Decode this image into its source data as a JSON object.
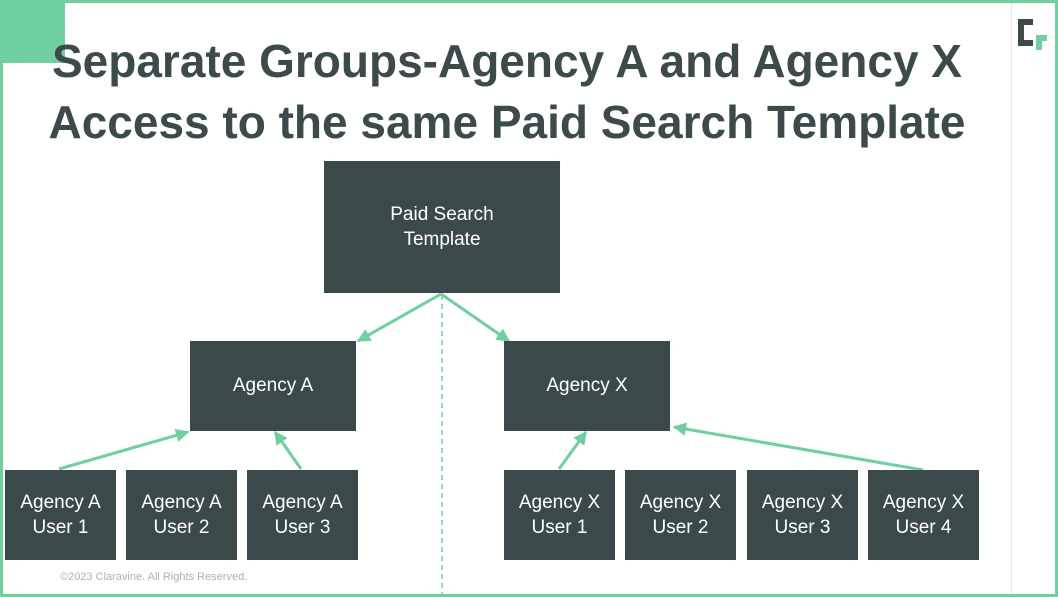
{
  "slide": {
    "title_lines": [
      "Separate Groups-Agency A and Agency X",
      "Access to the same Paid Search Template"
    ],
    "footer": "©2023 Claravine. All Rights Reserved."
  },
  "diagram": {
    "root": {
      "label": "Paid Search Template"
    },
    "groups": [
      {
        "label": "Agency A"
      },
      {
        "label": "Agency X"
      }
    ],
    "users": [
      {
        "label": "Agency A User 1"
      },
      {
        "label": "Agency A User 2"
      },
      {
        "label": "Agency A User 3"
      },
      {
        "label": "Agency X User 1"
      },
      {
        "label": "Agency X User 2"
      },
      {
        "label": "Agency X User 3"
      },
      {
        "label": "Agency X User 4"
      }
    ]
  },
  "colors": {
    "accent": "#6fcf9f",
    "node": "#3c494b",
    "title": "#3d4a4c",
    "node_text": "#ffffff"
  },
  "icons": {
    "logo": "claravine-logo-icon"
  }
}
